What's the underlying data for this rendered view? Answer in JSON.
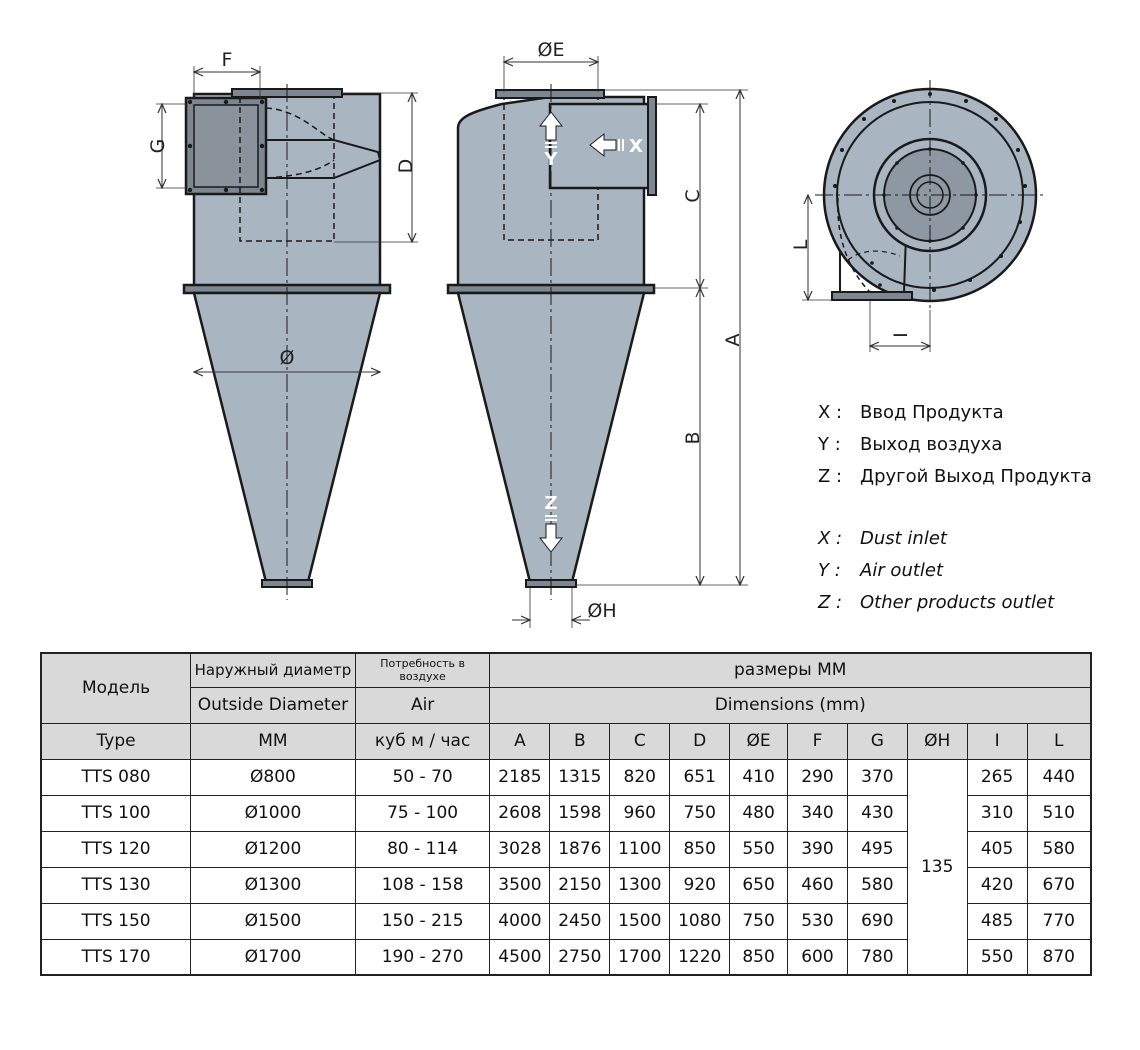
{
  "drawing": {
    "dim_labels": {
      "F": "F",
      "G": "G",
      "D": "D",
      "phi": "Ø",
      "E": "ØE",
      "C": "C",
      "A": "A",
      "B": "B",
      "H": "ØH",
      "L": "L",
      "I": "I"
    },
    "flow_labels": {
      "x": "X",
      "y": "Y",
      "z": "Z"
    }
  },
  "legend_ru": [
    {
      "key": "X :",
      "text": "Ввод Продукта"
    },
    {
      "key": "Y :",
      "text": "Выход воздуха"
    },
    {
      "key": "Z :",
      "text": "Другой Выход Продукта"
    }
  ],
  "legend_en": [
    {
      "key": "X :",
      "text": "Dust inlet"
    },
    {
      "key": "Y :",
      "text": "Air outlet"
    },
    {
      "key": "Z :",
      "text": "Other products outlet"
    }
  ],
  "table": {
    "header": {
      "model_ru": "Модель",
      "model_en": "Type",
      "diam_ru": "Наружный диаметр",
      "diam_en": "Outside Diameter",
      "diam_unit": "MM",
      "air_ru": "Потребность в воздухе",
      "air_en": "Air",
      "air_unit": "куб м / час",
      "dims_ru": "размеры MM",
      "dims_en": "Dimensions (mm)",
      "cols": [
        "A",
        "B",
        "C",
        "D",
        "ØE",
        "F",
        "G",
        "ØH",
        "I",
        "L"
      ]
    },
    "h_merged": "135",
    "rows": [
      {
        "model": "TTS 080",
        "diam": "Ø800",
        "air": "50 - 70",
        "A": "2185",
        "B": "1315",
        "C": "820",
        "D": "651",
        "E": "410",
        "F": "290",
        "G": "370",
        "I": "265",
        "L": "440"
      },
      {
        "model": "TTS 100",
        "diam": "Ø1000",
        "air": "75 - 100",
        "A": "2608",
        "B": "1598",
        "C": "960",
        "D": "750",
        "E": "480",
        "F": "340",
        "G": "430",
        "I": "310",
        "L": "510"
      },
      {
        "model": "TTS 120",
        "diam": "Ø1200",
        "air": "80 - 114",
        "A": "3028",
        "B": "1876",
        "C": "1100",
        "D": "850",
        "E": "550",
        "F": "390",
        "G": "495",
        "I": "405",
        "L": "580"
      },
      {
        "model": "TTS 130",
        "diam": "Ø1300",
        "air": "108 - 158",
        "A": "3500",
        "B": "2150",
        "C": "1300",
        "D": "920",
        "E": "650",
        "F": "460",
        "G": "580",
        "I": "420",
        "L": "670"
      },
      {
        "model": "TTS 150",
        "diam": "Ø1500",
        "air": "150 - 215",
        "A": "4000",
        "B": "2450",
        "C": "1500",
        "D": "1080",
        "E": "750",
        "F": "530",
        "G": "690",
        "I": "485",
        "L": "770"
      },
      {
        "model": "TTS 170",
        "diam": "Ø1700",
        "air": "190 - 270",
        "A": "4500",
        "B": "2750",
        "C": "1700",
        "D": "1220",
        "E": "850",
        "F": "600",
        "G": "780",
        "I": "550",
        "L": "870"
      }
    ]
  },
  "colors": {
    "body_fill": "#a9b5c1",
    "inlet_fill": "#7d8791",
    "line": "#1a1a1a",
    "header_bg": "#d9d9d9"
  }
}
